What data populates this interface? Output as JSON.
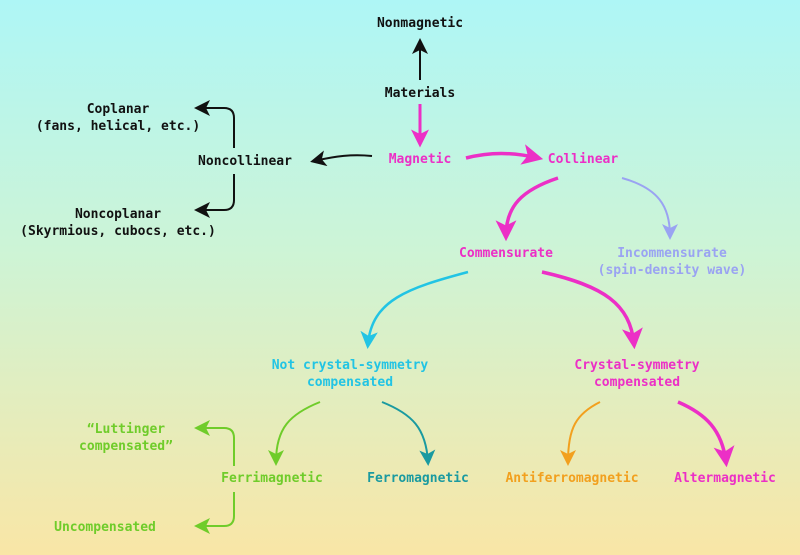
{
  "colors": {
    "black": "#111111",
    "magenta": "#ec2fc6",
    "lavender": "#9aa3f2",
    "cyan": "#22c4e4",
    "green": "#6fcc2a",
    "teal": "#1a9aa0",
    "orange": "#f2a01e"
  },
  "nodes": {
    "nonmagnetic": "Nonmagnetic",
    "materials": "Materials",
    "magnetic": "Magnetic",
    "collinear": "Collinear",
    "noncollinear": "Noncollinear",
    "coplanar": {
      "line1": "Coplanar",
      "line2": "(fans, helical, etc.)"
    },
    "noncoplanar": {
      "line1": "Noncoplanar",
      "line2": "(Skyrmious, cubocs, etc.)"
    },
    "commensurate": "Commensurate",
    "incommensurate": {
      "line1": "Incommensurate",
      "line2": "(spin-density wave)"
    },
    "not_crystal_symmetry": {
      "line1": "Not crystal-symmetry",
      "line2": "compensated"
    },
    "crystal_symmetry": {
      "line1": "Crystal-symmetry",
      "line2": "compensated"
    },
    "luttinger": {
      "line1": "“Luttinger",
      "line2": "compensated”"
    },
    "ferrimagnetic": "Ferrimagnetic",
    "uncompensated": "Uncompensated",
    "ferromagnetic": "Ferromagnetic",
    "antiferromagnetic": "Antiferromagnetic",
    "altermagnetic": "Altermagnetic"
  }
}
